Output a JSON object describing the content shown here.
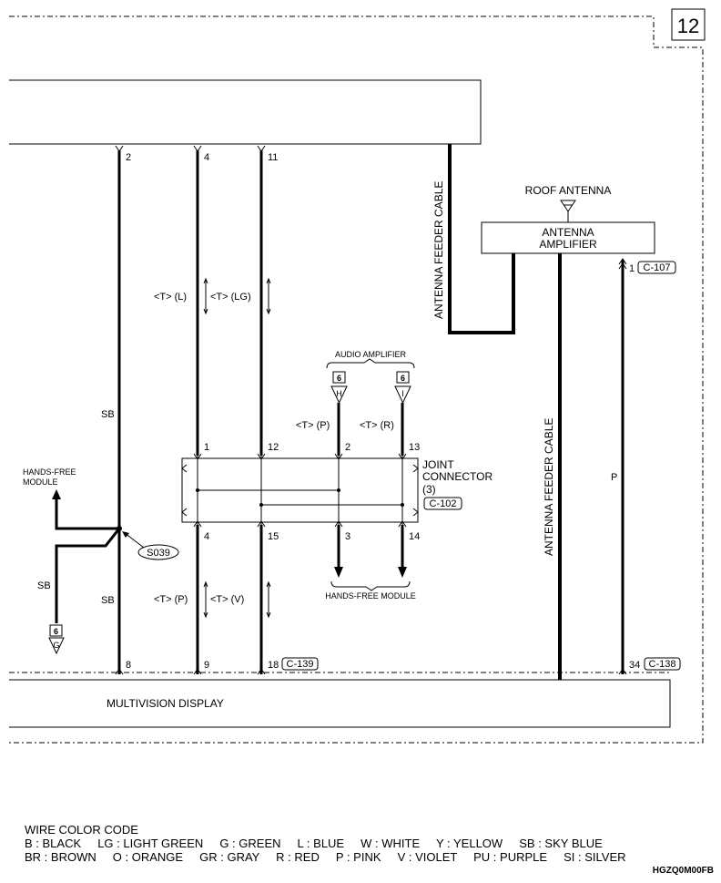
{
  "page_number": "12",
  "components": {
    "top_unit": "",
    "multivision_display": "MULTIVISION DISPLAY",
    "roof_antenna": "ROOF ANTENNA",
    "antenna_amplifier_line1": "ANTENNA",
    "antenna_amplifier_line2": "AMPLIFIER",
    "joint_connector_line1": "JOINT",
    "joint_connector_line2": "CONNECTOR",
    "joint_connector_line3": "(3)",
    "audio_amplifier": "AUDIO AMPLIFIER",
    "hands_free_module_bottom": "HANDS-FREE MODULE",
    "hands_free_module_left_line1": "HANDS-FREE",
    "hands_free_module_left_line2": "MODULE",
    "antenna_feeder_cable_left": "ANTENNA FEEDER CABLE",
    "antenna_feeder_cable_right": "ANTENNA FEEDER CABLE"
  },
  "connectors": {
    "c102": "C-102",
    "c107": "C-107",
    "c139": "C-139",
    "c138": "C-138",
    "splice": "S039"
  },
  "pins": {
    "top_2": "2",
    "top_4": "4",
    "top_11": "11",
    "jc_1": "1",
    "jc_12": "12",
    "jc_2": "2",
    "jc_13": "13",
    "jc_4": "4",
    "jc_15": "15",
    "jc_3": "3",
    "jc_14": "14",
    "bot_8": "8",
    "bot_9": "9",
    "bot_18": "18",
    "bot_34": "34",
    "amp_1": "1"
  },
  "wire_labels": {
    "sb_upper": "SB",
    "sb_lower": "SB",
    "sb_ground": "SB",
    "p_right": "P",
    "t_l": "<T> (L)",
    "t_lg": "<T> (LG)",
    "t_p_upper": "<T> (P)",
    "t_r": "<T> (R)",
    "t_p_lower": "<T> (P)",
    "t_v": "<T> (V)"
  },
  "ground_refs": {
    "g_num": "6",
    "g_letter": "G",
    "h_num": "6",
    "h_letter": "H",
    "i_num": "6",
    "i_letter": "I"
  },
  "legend": {
    "title": "WIRE COLOR CODE",
    "line1": "B : BLACK     LG : LIGHT GREEN     G : GREEN     L : BLUE     W : WHITE     Y : YELLOW     SB : SKY BLUE",
    "line2": "BR : BROWN     O : ORANGE     GR : GRAY     R : RED     P : PINK     V : VIOLET     PU : PURPLE     SI : SILVER"
  },
  "diagram_code": "HGZQ0M00FB"
}
